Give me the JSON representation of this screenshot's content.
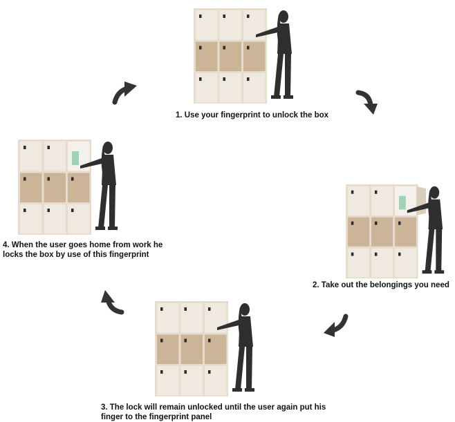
{
  "colors": {
    "cabinet_frame": "#e6dccd",
    "door_light": "#efe9df",
    "door_wood": "#ccb499",
    "slot": "#2a2a2a",
    "silhouette": "#2f2f2f",
    "arrow": "#333333",
    "open_door": "#d9cdbd",
    "interior_item": "#9fd3b3"
  },
  "steps": [
    {
      "caption_lines": [
        "1. Use your fingerprint to unlock the box"
      ]
    },
    {
      "caption_lines": [
        "2. Take out the belongings you need"
      ]
    },
    {
      "caption_lines": [
        "3. The lock will remain unlocked until the user again put his",
        "finger to the fingerprint panel"
      ]
    },
    {
      "caption_lines": [
        "4. When the user goes home from work he",
        "locks the box by use of this fingerprint"
      ]
    }
  ],
  "arrows": [
    {
      "icon": "curved-arrow-icon",
      "direction": "down-right"
    },
    {
      "icon": "curved-arrow-icon",
      "direction": "down-left"
    },
    {
      "icon": "curved-arrow-icon",
      "direction": "up-left"
    },
    {
      "icon": "curved-arrow-icon",
      "direction": "up-right"
    }
  ]
}
